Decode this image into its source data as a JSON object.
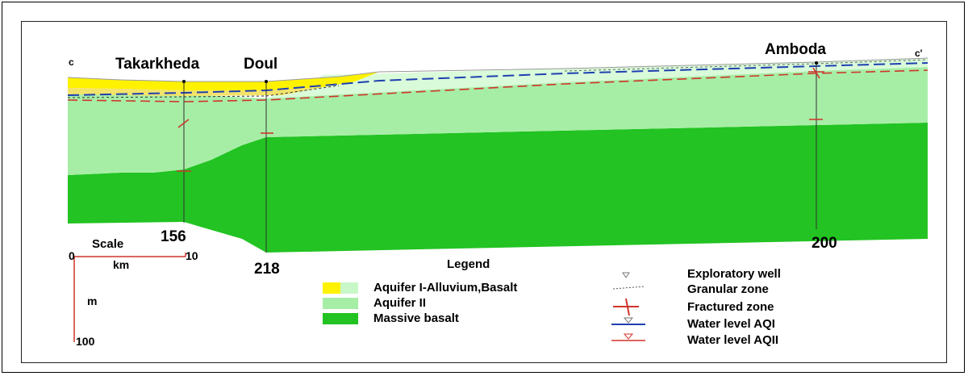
{
  "section": {
    "left_label": "c",
    "right_label": "c'",
    "wells": [
      {
        "name": "Takarkheda",
        "id": "156"
      },
      {
        "name": "Doul",
        "id": "218"
      },
      {
        "name": "Amboda",
        "id": "200"
      }
    ]
  },
  "scale": {
    "title": "Scale",
    "h_zero": "0",
    "h_unit": "km",
    "h_max": "10",
    "v_unit": "m",
    "v_max": "100"
  },
  "legend": {
    "title": "Legend",
    "units": [
      {
        "label": "Aquifer I-Alluvium,Basalt",
        "color": "#fff200",
        "color2": "#c8f7c8"
      },
      {
        "label": "Aquifer II",
        "color": "#a6eea6"
      },
      {
        "label": "Massive basalt",
        "color": "#22c322"
      }
    ],
    "symbols": [
      {
        "label": "Exploratory well",
        "icon": "well-icon"
      },
      {
        "label": "Granular zone",
        "icon": "granular-zone-icon"
      },
      {
        "label": "Fractured zone",
        "icon": "fractured-zone-icon"
      },
      {
        "label": "Water level AQI",
        "icon": "water-level-aqi-icon",
        "color": "#1f3fb0"
      },
      {
        "label": "Water level AQII",
        "icon": "water-level-aqii-icon",
        "color": "#d0342c"
      }
    ]
  }
}
